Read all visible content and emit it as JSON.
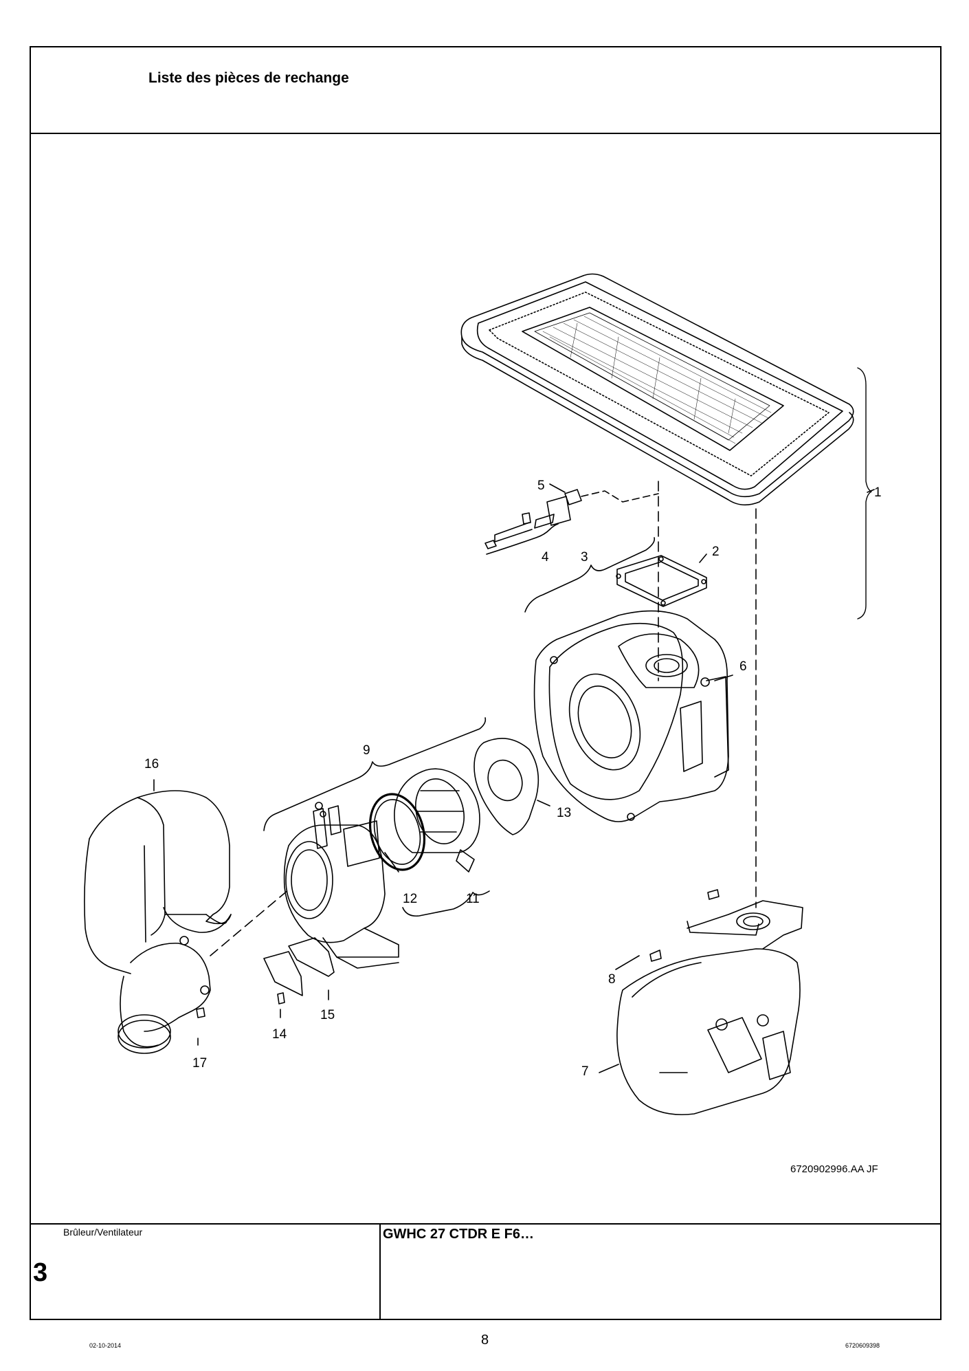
{
  "header": {
    "title": "Liste des pièces de rechange"
  },
  "diagram": {
    "drawing_ref": "6720902996.AA JF",
    "callouts": [
      "1",
      "2",
      "3",
      "4",
      "5",
      "6",
      "7",
      "8",
      "9",
      "11",
      "12",
      "13",
      "14",
      "15",
      "16",
      "17"
    ]
  },
  "footer_block": {
    "section_label": "Brûleur/Ventilateur",
    "section_number": "3",
    "model": "GWHC 27 CTDR E F6…"
  },
  "page_footer": {
    "date": "02-10-2014",
    "page": "8",
    "code": "6720609398"
  }
}
